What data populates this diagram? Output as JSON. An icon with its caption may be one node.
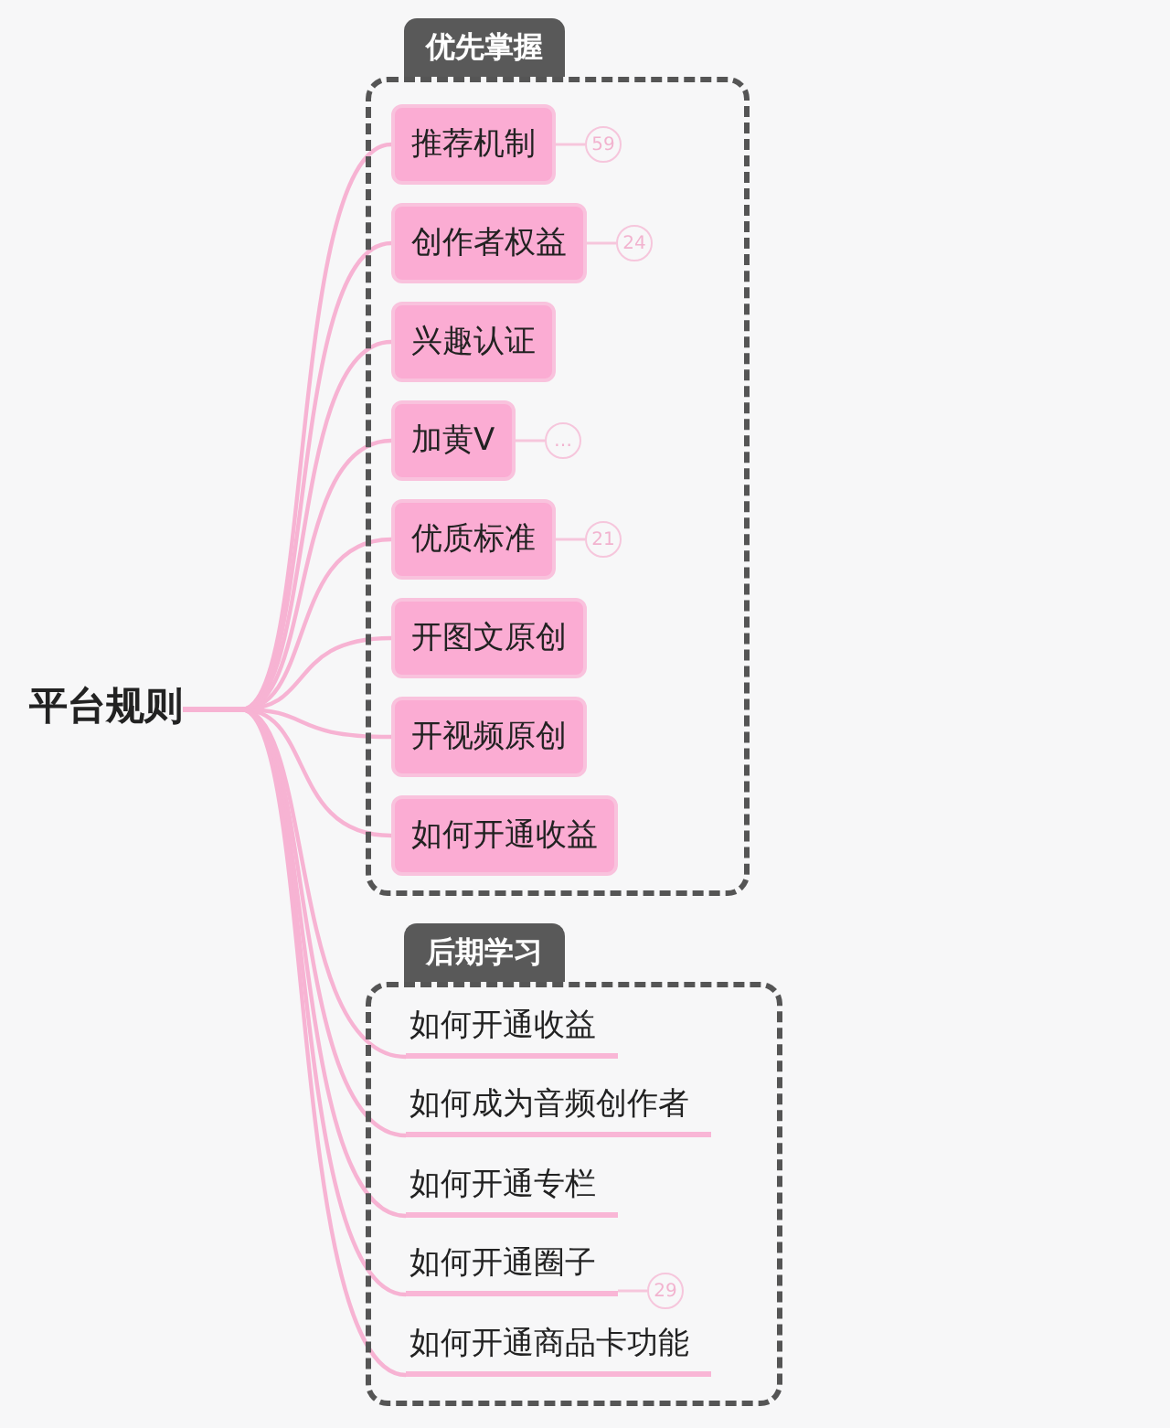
{
  "diagram": {
    "nodes": [
      {
        "text": [
          "平台规则"
        ]
      },
      {
        "text": [
          "优先掌握"
        ]
      },
      {
        "text": [
          "推荐机制"
        ],
        "in": 1,
        "beside": [
          "59"
        ]
      },
      {
        "text": [
          "创作者权益"
        ],
        "in": 1,
        "beside": [
          "24"
        ]
      },
      {
        "text": [
          "兴趣认证"
        ],
        "in": 1
      },
      {
        "text": [
          "加黄V"
        ],
        "in": 1,
        "beside": [
          "…"
        ]
      },
      {
        "text": [
          "优质标准"
        ],
        "in": 1,
        "beside": [
          "21"
        ]
      },
      {
        "text": [
          "开图文原创"
        ],
        "in": 1
      },
      {
        "text": [
          "开视频原创"
        ],
        "in": 1
      },
      {
        "text": [
          "如何开通收益"
        ],
        "in": 1
      },
      {
        "text": [
          "后期学习"
        ]
      },
      {
        "text": [
          "如何开通收益"
        ],
        "in": 10
      },
      {
        "text": [
          "如何成为音频创作者"
        ],
        "in": 10
      },
      {
        "text": [
          "如何开通专栏"
        ],
        "in": 10
      },
      {
        "text": [
          "如何开通圈子"
        ],
        "in": 10,
        "beside": [
          "29"
        ]
      },
      {
        "text": [
          "如何开通商品卡功能"
        ],
        "in": 10
      }
    ],
    "edges": [
      {
        "from": 0,
        "to": 2,
        "arrow": "none"
      },
      {
        "from": 0,
        "to": 3,
        "arrow": "none"
      },
      {
        "from": 0,
        "to": 4,
        "arrow": "none"
      },
      {
        "from": 0,
        "to": 5,
        "arrow": "none"
      },
      {
        "from": 0,
        "to": 6,
        "arrow": "none"
      },
      {
        "from": 0,
        "to": 7,
        "arrow": "none"
      },
      {
        "from": 0,
        "to": 8,
        "arrow": "none"
      },
      {
        "from": 0,
        "to": 9,
        "arrow": "none"
      },
      {
        "from": 0,
        "to": 11,
        "arrow": "none"
      },
      {
        "from": 0,
        "to": 12,
        "arrow": "none"
      },
      {
        "from": 0,
        "to": 13,
        "arrow": "none"
      },
      {
        "from": 0,
        "to": 14,
        "arrow": "none"
      },
      {
        "from": 0,
        "to": 15,
        "arrow": "none"
      }
    ]
  }
}
